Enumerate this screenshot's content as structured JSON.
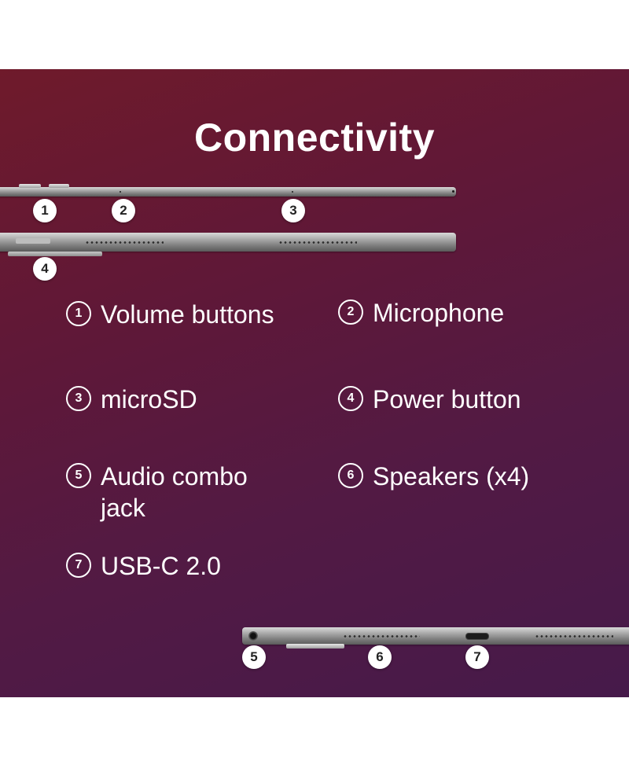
{
  "title": "Connectivity",
  "callouts": {
    "c1": "1",
    "c2": "2",
    "c3": "3",
    "c4": "4",
    "c5": "5",
    "c6": "6",
    "c7": "7"
  },
  "features": [
    {
      "number": "1",
      "label": "Volume buttons"
    },
    {
      "number": "2",
      "label": "Microphone"
    },
    {
      "number": "3",
      "label": "microSD"
    },
    {
      "number": "4",
      "label": "Power button"
    },
    {
      "number": "5",
      "label": "Audio combo jack"
    },
    {
      "number": "6",
      "label": "Speakers (x4)"
    },
    {
      "number": "7",
      "label": "USB-C 2.0"
    }
  ],
  "colors": {
    "background_top": "#6f1a2b",
    "background_bottom": "#461a4a",
    "text": "#ffffff",
    "device": "#8a8a8a"
  },
  "icons": [
    "numbered-circle-icon"
  ]
}
